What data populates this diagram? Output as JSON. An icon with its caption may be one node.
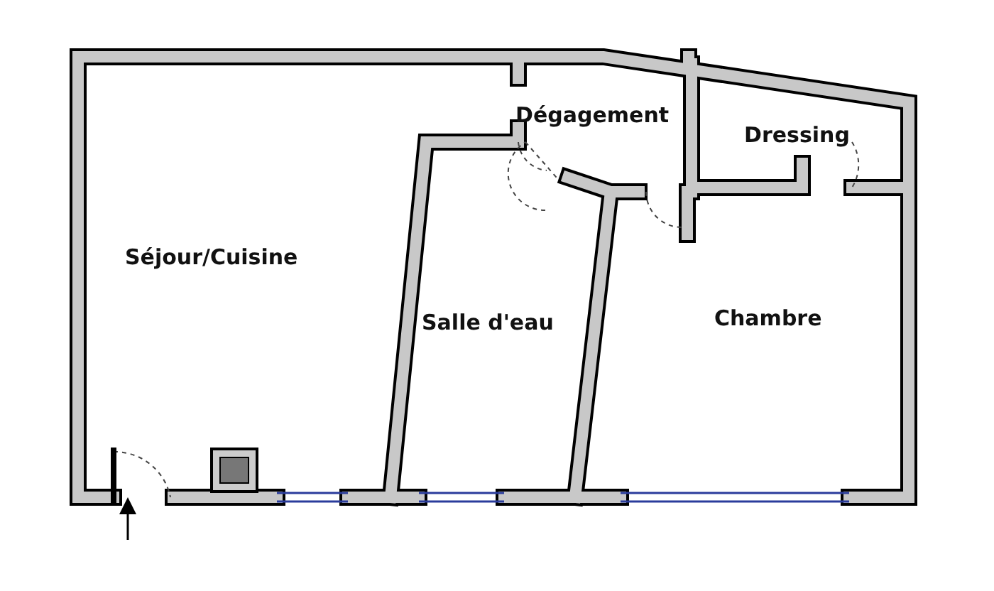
{
  "diagram": {
    "labels": [
      "Dégagement",
      "Dressing",
      "Séjour/Cuisine",
      "Salle d'eau",
      "Chambre"
    ]
  }
}
